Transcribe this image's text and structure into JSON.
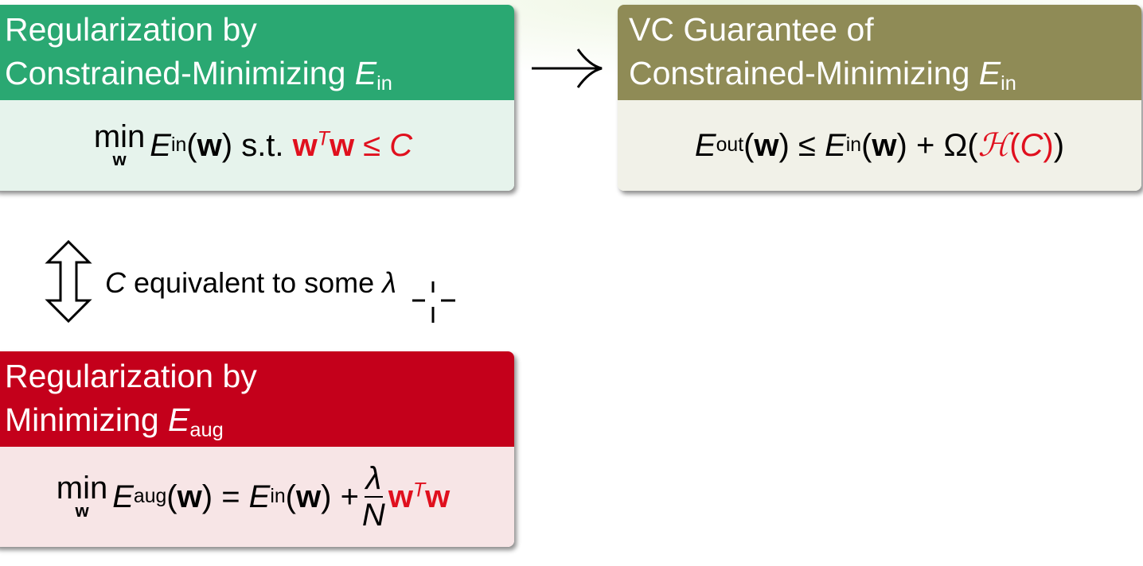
{
  "blocks": {
    "constrained": {
      "title_line1": "Regularization by",
      "title_line2_text": "Constrained-Minimizing ",
      "title_E": "E",
      "title_sub": "in",
      "formula": {
        "min": "min",
        "min_var": "w",
        "E": "E",
        "E_sub": "in",
        "arg": "w",
        "st": "s.t.",
        "w1": "w",
        "T": "T",
        "w2": "w",
        "leq": "≤",
        "C": "C"
      }
    },
    "vc_guarantee": {
      "title_line1": "VC Guarantee of",
      "title_line2_text": "Constrained-Minimizing ",
      "title_E": "E",
      "title_sub": "in",
      "formula": {
        "E_out": "E",
        "E_out_sub": "out",
        "arg": "w",
        "leq": "≤",
        "E_in": "E",
        "E_in_sub": "in",
        "plus": "+",
        "omega": "Ω",
        "H": "ℋ",
        "C": "C"
      }
    },
    "augmented": {
      "title_line1": "Regularization by",
      "title_line2_text": "Minimizing ",
      "title_E": "E",
      "title_sub": "aug",
      "formula": {
        "min": "min",
        "min_var": "w",
        "E_aug": "E",
        "E_aug_sub": "aug",
        "arg": "w",
        "eq": "=",
        "E_in": "E",
        "E_in_sub": "in",
        "plus": "+",
        "lambda": "λ",
        "N": "N",
        "w1": "w",
        "T": "T",
        "w2": "w"
      }
    }
  },
  "equivalence": {
    "C": "C",
    "text": " equivalent to some ",
    "lambda": "λ"
  },
  "colors": {
    "green_header": "#2aa872",
    "olive_header": "#8f8b56",
    "red_header": "#c4001b",
    "highlight_red": "#e0101e"
  },
  "icons": [
    "right-arrow-icon",
    "double-updown-arrow-icon",
    "crosshair-cursor-icon"
  ]
}
